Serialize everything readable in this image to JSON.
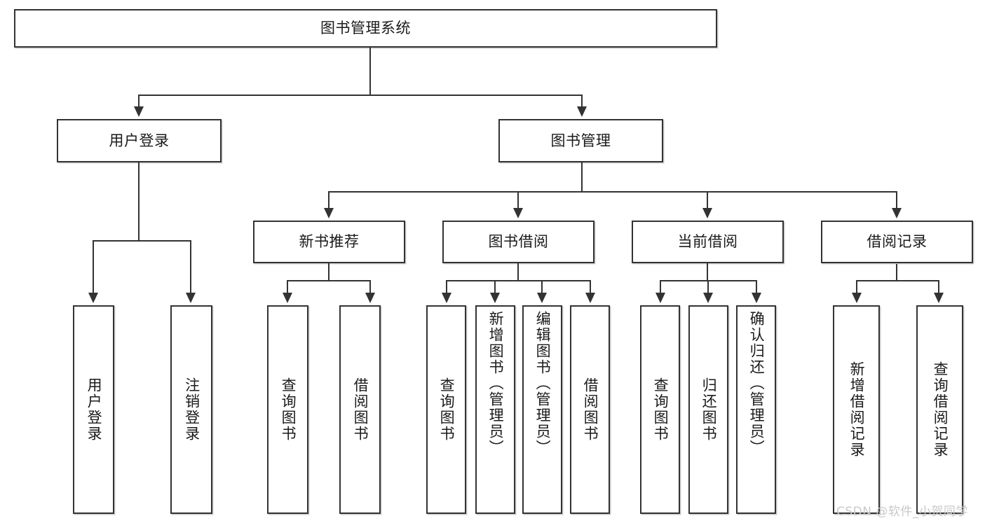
{
  "diagram": {
    "title": "图书管理系统",
    "type": "功能结构图",
    "root": {
      "id": "root",
      "label": "图书管理系统"
    },
    "level2": [
      {
        "id": "user-login",
        "label": "用户登录"
      },
      {
        "id": "book-management",
        "label": "图书管理"
      }
    ],
    "level3": [
      {
        "id": "new-book-recommend",
        "label": "新书推荐"
      },
      {
        "id": "book-borrow",
        "label": "图书借阅"
      },
      {
        "id": "current-borrow",
        "label": "当前借阅"
      },
      {
        "id": "borrow-record",
        "label": "借阅记录"
      }
    ],
    "leaves": {
      "user_login": [
        {
          "id": "leaf-user-login",
          "label": "用户登录"
        },
        {
          "id": "leaf-logout",
          "label": "注销登录"
        }
      ],
      "new_book_recommend": [
        {
          "id": "leaf-query-book-1",
          "label": "查询图书"
        },
        {
          "id": "leaf-borrow-book-1",
          "label": "借阅图书"
        }
      ],
      "book_borrow": [
        {
          "id": "leaf-query-book-2",
          "label": "查询图书"
        },
        {
          "id": "leaf-add-book",
          "label": "新增图书（管理员）"
        },
        {
          "id": "leaf-edit-book",
          "label": "编辑图书（管理员）"
        },
        {
          "id": "leaf-borrow-book-2",
          "label": "借阅图书"
        }
      ],
      "current_borrow": [
        {
          "id": "leaf-query-book-3",
          "label": "查询图书"
        },
        {
          "id": "leaf-return-book",
          "label": "归还图书"
        },
        {
          "id": "leaf-confirm-return",
          "label": "确认归还（管理员）"
        }
      ],
      "borrow_record": [
        {
          "id": "leaf-add-record",
          "label": "新增借阅记录"
        },
        {
          "id": "leaf-query-record",
          "label": "查询借阅记录"
        }
      ]
    }
  },
  "watermark": {
    "text": "CSDN @软件_小贺同学"
  },
  "colors": {
    "box_border": "#333333",
    "box_fill": "#ffffff",
    "text": "#1a1a1a",
    "connector": "#333333",
    "watermark": "#c9c9c9",
    "background": "#ffffff"
  }
}
